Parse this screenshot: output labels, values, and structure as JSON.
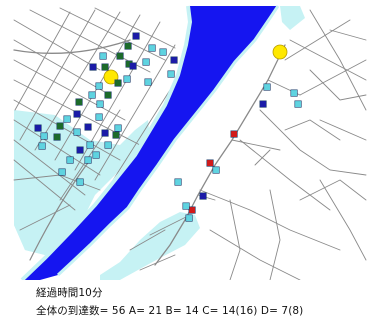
{
  "caption": {
    "elapsed": "経過時間10分",
    "stats": "全体の到達数= 56 A= 21 B=  14 C= 14(16) D= 7(8)"
  },
  "colors": {
    "land": "#ffffff",
    "shade": "#c6f2f4",
    "river": "#1515f0",
    "road": "#8a8a8a",
    "origin": "#ffe800",
    "cyan_marker": "#5fd3e0",
    "dark_green_marker": "#1c6b2a",
    "navy_marker": "#1b1ba8",
    "red_marker": "#d21a1a",
    "marker_outline": "#1d3d6b"
  },
  "origins": [
    {
      "id": "origin-west",
      "color": "#ffe800"
    },
    {
      "id": "origin-east",
      "color": "#ffe800"
    }
  ],
  "markers": [
    {
      "kind": "cyan"
    },
    {
      "kind": "navy"
    },
    {
      "kind": "green"
    },
    {
      "kind": "cyan"
    },
    {
      "kind": "green"
    },
    {
      "kind": "cyan"
    },
    {
      "kind": "green"
    },
    {
      "kind": "navy"
    },
    {
      "kind": "green"
    },
    {
      "kind": "cyan"
    },
    {
      "kind": "green"
    },
    {
      "kind": "cyan"
    },
    {
      "kind": "navy"
    },
    {
      "kind": "green"
    },
    {
      "kind": "cyan"
    },
    {
      "kind": "green"
    },
    {
      "kind": "cyan"
    },
    {
      "kind": "navy"
    },
    {
      "kind": "cyan"
    },
    {
      "kind": "green"
    },
    {
      "kind": "navy"
    },
    {
      "kind": "cyan"
    },
    {
      "kind": "green"
    },
    {
      "kind": "cyan"
    },
    {
      "kind": "navy"
    },
    {
      "kind": "cyan"
    },
    {
      "kind": "cyan"
    },
    {
      "kind": "green"
    },
    {
      "kind": "cyan"
    },
    {
      "kind": "navy"
    },
    {
      "kind": "cyan"
    },
    {
      "kind": "cyan"
    },
    {
      "kind": "cyan"
    },
    {
      "kind": "navy"
    },
    {
      "kind": "cyan"
    },
    {
      "kind": "cyan"
    },
    {
      "kind": "cyan"
    },
    {
      "kind": "cyan"
    },
    {
      "kind": "navy"
    },
    {
      "kind": "cyan"
    },
    {
      "kind": "cyan"
    },
    {
      "kind": "cyan"
    },
    {
      "kind": "red"
    },
    {
      "kind": "red"
    },
    {
      "kind": "cyan"
    },
    {
      "kind": "cyan"
    },
    {
      "kind": "navy"
    },
    {
      "kind": "cyan"
    },
    {
      "kind": "cyan"
    },
    {
      "kind": "red"
    },
    {
      "kind": "cyan"
    },
    {
      "kind": "cyan"
    },
    {
      "kind": "navy"
    },
    {
      "kind": "cyan"
    }
  ]
}
